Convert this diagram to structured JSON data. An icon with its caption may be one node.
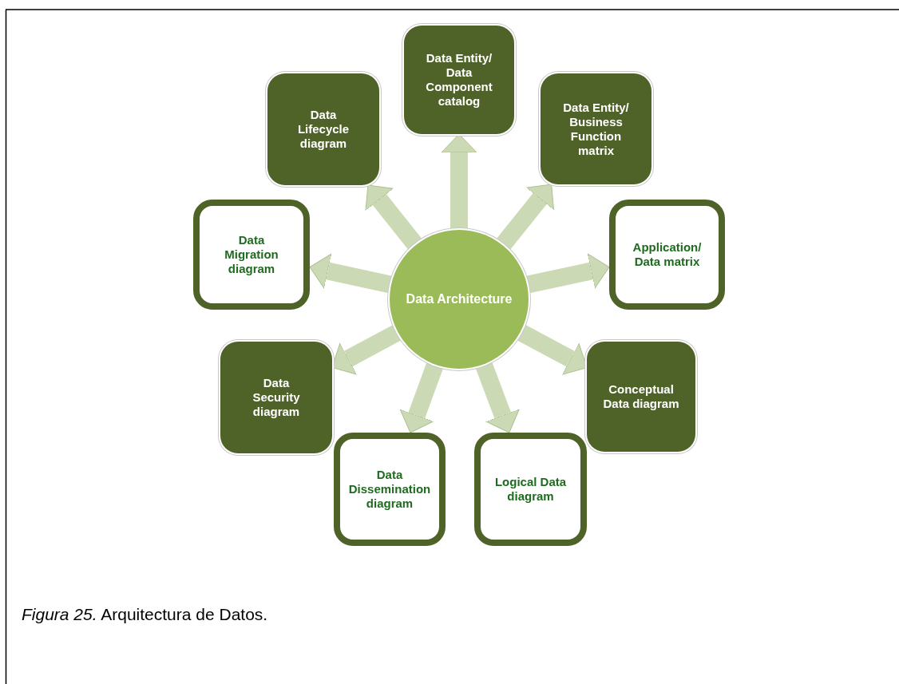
{
  "diagram": {
    "caption": "*Figura 25.* Arquitectura de Datos.",
    "nodes": [
      {
        "text": [
          "Data Architecture"
        ]
      },
      {
        "text": [
          "Data Entity/ Data Component catalog"
        ]
      },
      {
        "text": [
          "Data Entity/ Business Function matrix"
        ]
      },
      {
        "text": [
          "Application/ Data matrix"
        ]
      },
      {
        "text": [
          "Conceptual Data diagram"
        ]
      },
      {
        "text": [
          "Logical Data diagram"
        ]
      },
      {
        "text": [
          "Data Dissemination diagram"
        ]
      },
      {
        "text": [
          "Data Security diagram"
        ]
      },
      {
        "text": [
          "Data Migration diagram"
        ]
      },
      {
        "text": [
          "Data Lifecycle diagram"
        ]
      }
    ],
    "edges": [
      {
        "from": 0,
        "to": 1,
        "arrow": "to"
      },
      {
        "from": 0,
        "to": 2,
        "arrow": "to"
      },
      {
        "from": 0,
        "to": 3,
        "arrow": "to"
      },
      {
        "from": 0,
        "to": 4,
        "arrow": "to"
      },
      {
        "from": 0,
        "to": 5,
        "arrow": "to"
      },
      {
        "from": 0,
        "to": 6,
        "arrow": "to"
      },
      {
        "from": 0,
        "to": 7,
        "arrow": "to"
      },
      {
        "from": 0,
        "to": 8,
        "arrow": "to"
      },
      {
        "from": 0,
        "to": 9,
        "arrow": "to"
      }
    ]
  }
}
